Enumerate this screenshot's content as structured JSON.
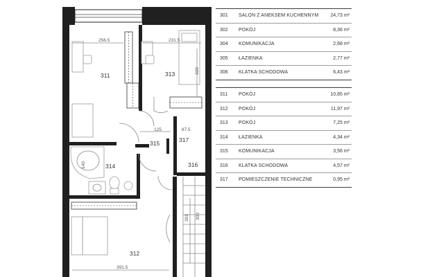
{
  "plan": {
    "rooms": [
      {
        "id": "311",
        "label": "311"
      },
      {
        "id": "312",
        "label": "312"
      },
      {
        "id": "313",
        "label": "313"
      },
      {
        "id": "314",
        "label": "314"
      },
      {
        "id": "315",
        "label": "315"
      },
      {
        "id": "316",
        "label": "316"
      },
      {
        "id": "317",
        "label": "317"
      }
    ],
    "dimensions": {
      "d1": "256.5",
      "d2": "231.5",
      "d3": "125",
      "d4": "87.5",
      "d5": "391.5",
      "d6": "301",
      "d7": "320",
      "d8": "140",
      "d9": "300"
    }
  },
  "legend_top": [
    {
      "num": "301",
      "name": "SALON Z ANEKSEM KUCHENNYM",
      "area": "24,73 m²"
    },
    {
      "num": "302",
      "name": "POKÓJ",
      "area": "8,36 m²"
    },
    {
      "num": "304",
      "name": "KOMUNIKACJA",
      "area": "2,68 m²"
    },
    {
      "num": "305",
      "name": "ŁAZIENKA",
      "area": "2,77 m²"
    },
    {
      "num": "306",
      "name": "KLATKA SCHODOWA",
      "area": "6,43 m²"
    }
  ],
  "legend_bottom": [
    {
      "num": "311",
      "name": "POKÓJ",
      "area": "10,85 m²"
    },
    {
      "num": "312",
      "name": "POKÓJ",
      "area": "11,97 m²"
    },
    {
      "num": "313",
      "name": "POKÓJ",
      "area": "7,25 m²"
    },
    {
      "num": "314",
      "name": "ŁAZIENKA",
      "area": "4,34 m²"
    },
    {
      "num": "315",
      "name": "KOMUNIKACJA",
      "area": "3,56 m²"
    },
    {
      "num": "316",
      "name": "KLATKA SCHODOWA",
      "area": "4,57 m²"
    },
    {
      "num": "317",
      "name": "POMIESZCZENIE TECHNICZNE",
      "area": "0,95 m²"
    }
  ]
}
